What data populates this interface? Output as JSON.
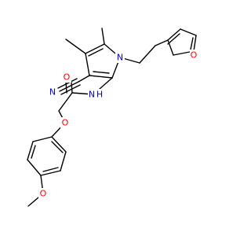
{
  "molecule": {
    "atoms": {
      "o_furan": "O",
      "n_pyrrole": "N",
      "n_nitrile": "N",
      "nh_amide": "N",
      "h_amide": "H",
      "o_carbonyl": "O",
      "o_ether": "O",
      "o_methoxy": "O"
    },
    "colors": {
      "bond": "#000000",
      "nitrogen": "#0000ff",
      "oxygen": "#ff0000",
      "background": "#ffffff"
    }
  }
}
